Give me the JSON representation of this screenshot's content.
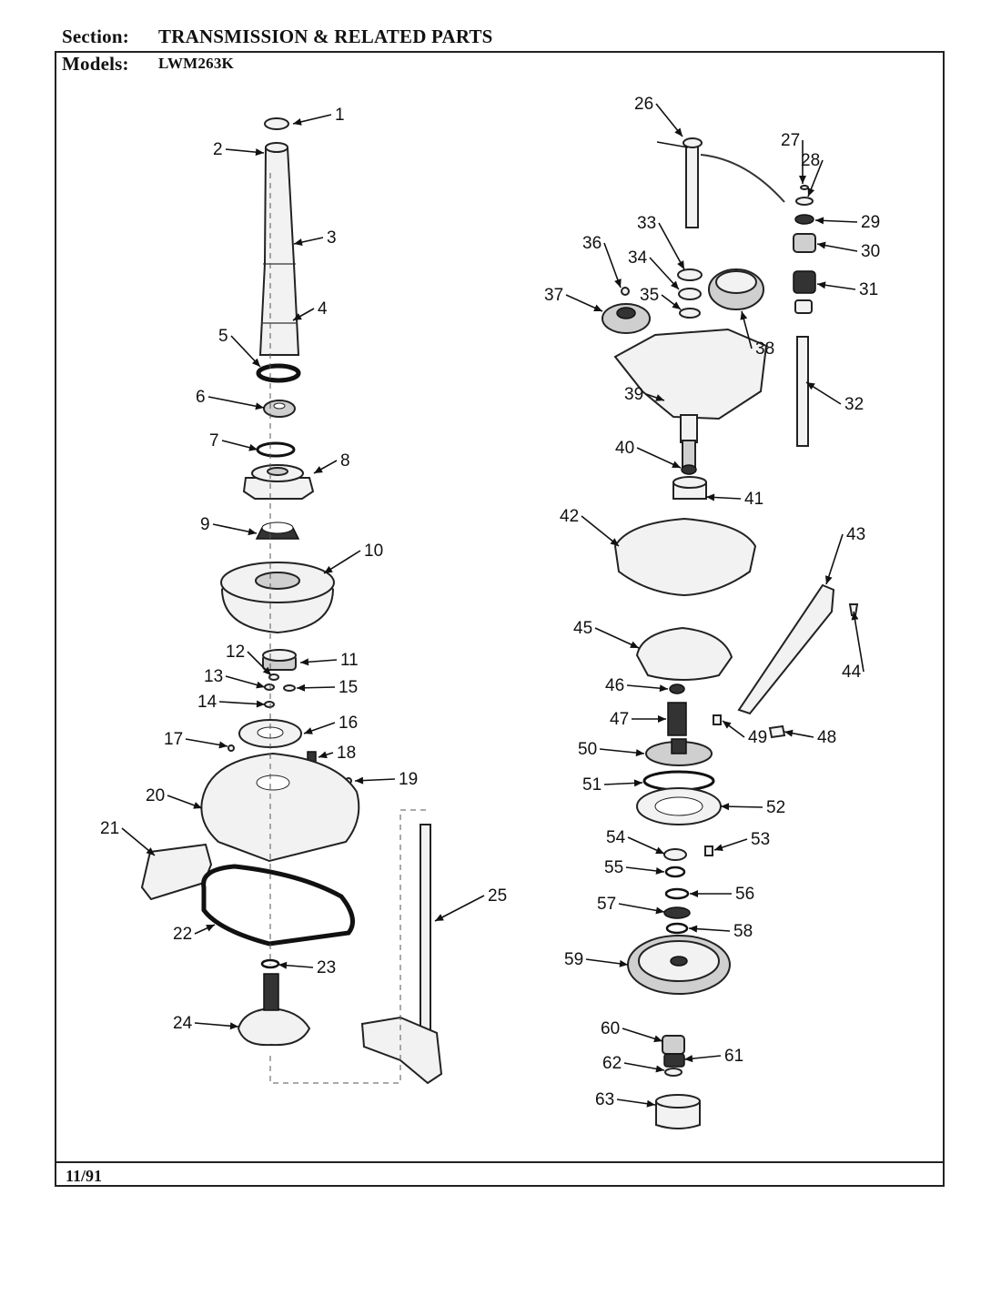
{
  "header": {
    "section_label": "Section:",
    "section_value": "TRANSMISSION & RELATED PARTS",
    "models_label": "Models:",
    "models_value": "LWM263K"
  },
  "footer": {
    "date": "11/91"
  },
  "callouts": [
    "1",
    "2",
    "3",
    "4",
    "5",
    "6",
    "7",
    "8",
    "9",
    "10",
    "11",
    "12",
    "13",
    "14",
    "15",
    "16",
    "17",
    "18",
    "19",
    "20",
    "21",
    "22",
    "23",
    "24",
    "25",
    "26",
    "27",
    "28",
    "29",
    "30",
    "31",
    "32",
    "33",
    "34",
    "35",
    "36",
    "37",
    "38",
    "39",
    "40",
    "41",
    "42",
    "43",
    "44",
    "45",
    "46",
    "47",
    "48",
    "49",
    "50",
    "51",
    "52",
    "53",
    "54",
    "55",
    "56",
    "57",
    "58",
    "59",
    "60",
    "61",
    "62",
    "63"
  ]
}
